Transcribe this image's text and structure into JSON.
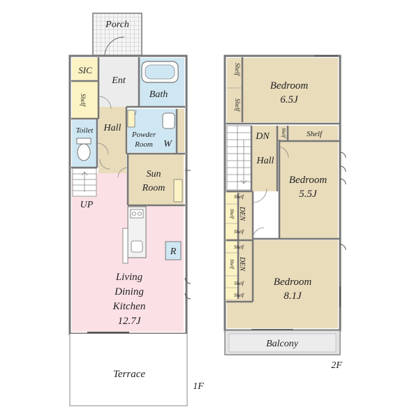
{
  "floor1": {
    "label": "1F",
    "rooms": {
      "porch": "Porch",
      "sic": "SIC",
      "ent": "Ent",
      "bath": "Bath",
      "shelf": "Shelf",
      "hall": "Hall",
      "powder_line1": "Powder",
      "powder_line2": "Room",
      "toilet": "Toilet",
      "w": "W",
      "sun_line1": "Sun",
      "sun_line2": "Room",
      "up": "UP",
      "r": "R",
      "ldk_line1": "Living",
      "ldk_line2": "Dining",
      "ldk_line3": "Kitchen",
      "ldk_size": "12.7J",
      "terrace": "Terrace"
    }
  },
  "floor2": {
    "label": "2F",
    "rooms": {
      "bed1": "Bedroom",
      "bed1_size": "6.5J",
      "bed2": "Bedroom",
      "bed2_size": "5.5J",
      "bed3": "Bedroom",
      "bed3_size": "8.1J",
      "dn": "DN",
      "hall": "Hall",
      "shelf": "Shelf",
      "den": "DEN",
      "balcony": "Balcony"
    }
  },
  "colors": {
    "wall": "#777777",
    "tan": "#e9dcbb",
    "blue": "#cfe7f2",
    "pink": "#fbe1e6",
    "yellow": "#fbf3c4",
    "balcony": "#e3e3e3",
    "porch_tile": "#f4f4f4"
  }
}
